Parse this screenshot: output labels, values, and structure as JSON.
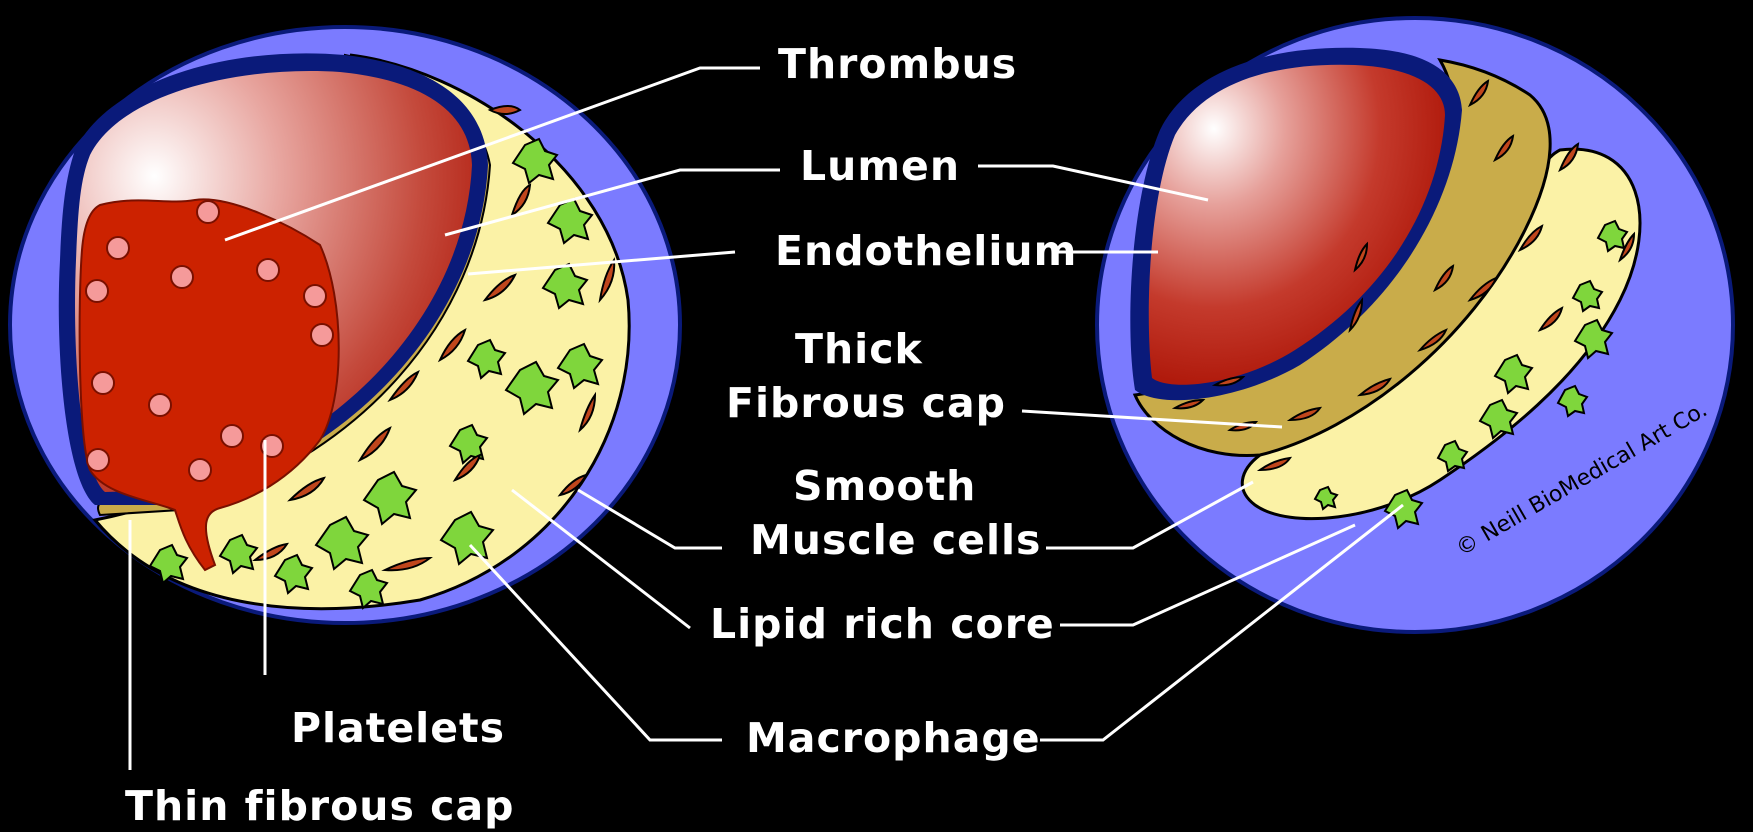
{
  "labels": {
    "thrombus": "Thrombus",
    "lumen": "Lumen",
    "endothelium": "Endothelium",
    "thick_cap_line1": "Thick",
    "thick_cap_line2": "Fibrous cap",
    "smooth_line1": "Smooth",
    "smooth_line2": "Muscle cells",
    "lipid": "Lipid rich core",
    "macrophage": "Macrophage",
    "platelets": "Platelets",
    "thin_cap": "Thin fibrous cap"
  },
  "copyright": "© Neill BioMedical Art Co.",
  "colors": {
    "background": "#000000",
    "vessel_wall": "#7b7bff",
    "endothelium": "#0a1a7a",
    "lumen": "#b81f10",
    "thrombus": "#cc2200",
    "fibrous_cap": "#c9ac4a",
    "lipid_core": "#fbf2a6",
    "macrophage": "#7fd63c",
    "smooth_muscle": "#c0461c",
    "platelet": "#f59a9a"
  }
}
